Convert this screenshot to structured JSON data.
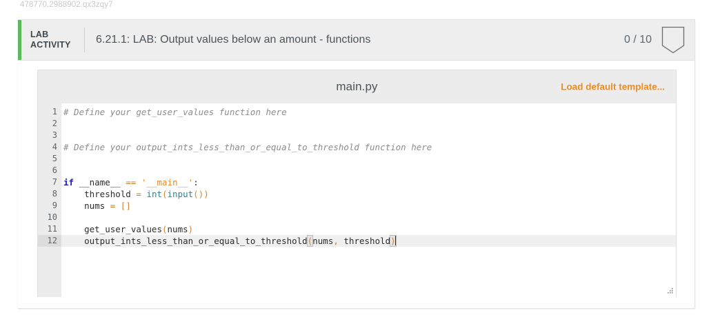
{
  "watermark": "478770.2988902.qx3zqy7",
  "header": {
    "tag_line1": "LAB",
    "tag_line2": "ACTIVITY",
    "title": "6.21.1: LAB: Output values below an amount - functions",
    "score": "0 / 10",
    "badge_icon": "trophy-badge-icon"
  },
  "editor": {
    "file_name": "main.py",
    "load_template_label": "Load default template...",
    "accent_color": "#f08c1e",
    "green_accent_color": "#5cb85c",
    "line_numbers": [
      "1",
      "2",
      "3",
      "4",
      "5",
      "6",
      "7",
      "8",
      "9",
      "10",
      "11",
      "12"
    ],
    "active_line": 12,
    "code_lines": [
      {
        "n": 1,
        "tokens": [
          {
            "t": "# Define your get_user_values function here",
            "c": "t-comment"
          }
        ]
      },
      {
        "n": 2,
        "tokens": []
      },
      {
        "n": 3,
        "tokens": []
      },
      {
        "n": 4,
        "tokens": [
          {
            "t": "# Define your output_ints_less_than_or_equal_to_threshold function here",
            "c": "t-comment"
          }
        ]
      },
      {
        "n": 5,
        "tokens": []
      },
      {
        "n": 6,
        "tokens": []
      },
      {
        "n": 7,
        "tokens": [
          {
            "t": "if",
            "c": "t-kw"
          },
          {
            "t": " __name__ ",
            "c": "t-plain"
          },
          {
            "t": "==",
            "c": "t-op"
          },
          {
            "t": " ",
            "c": "t-plain"
          },
          {
            "t": "'__main__'",
            "c": "t-str"
          },
          {
            "t": ":",
            "c": "t-plain"
          }
        ]
      },
      {
        "n": 8,
        "tokens": [
          {
            "t": "    threshold ",
            "c": "t-plain"
          },
          {
            "t": "=",
            "c": "t-op"
          },
          {
            "t": " ",
            "c": "t-plain"
          },
          {
            "t": "int",
            "c": "t-builtin"
          },
          {
            "t": "(",
            "c": "t-paren"
          },
          {
            "t": "input",
            "c": "t-builtin"
          },
          {
            "t": "()",
            "c": "t-paren"
          },
          {
            "t": ")",
            "c": "t-paren"
          }
        ]
      },
      {
        "n": 9,
        "tokens": [
          {
            "t": "    nums ",
            "c": "t-plain"
          },
          {
            "t": "=",
            "c": "t-op"
          },
          {
            "t": " ",
            "c": "t-plain"
          },
          {
            "t": "[]",
            "c": "t-paren"
          }
        ]
      },
      {
        "n": 10,
        "tokens": []
      },
      {
        "n": 11,
        "tokens": [
          {
            "t": "    get_user_values",
            "c": "t-plain"
          },
          {
            "t": "(",
            "c": "t-paren"
          },
          {
            "t": "nums",
            "c": "t-plain"
          },
          {
            "t": ")",
            "c": "t-paren"
          }
        ]
      },
      {
        "n": 12,
        "tokens": [
          {
            "t": "    output_ints_less_than_or_equal_to_threshold",
            "c": "t-plain"
          },
          {
            "t": "(",
            "c": "t-match"
          },
          {
            "t": "nums",
            "c": "t-plain"
          },
          {
            "t": ",",
            "c": "t-op"
          },
          {
            "t": " threshold",
            "c": "t-plain"
          },
          {
            "t": ")",
            "c": "t-match"
          },
          {
            "t": "",
            "c": "caret-marker"
          }
        ]
      }
    ],
    "resize_grip_icon": "resize-grip-icon"
  }
}
